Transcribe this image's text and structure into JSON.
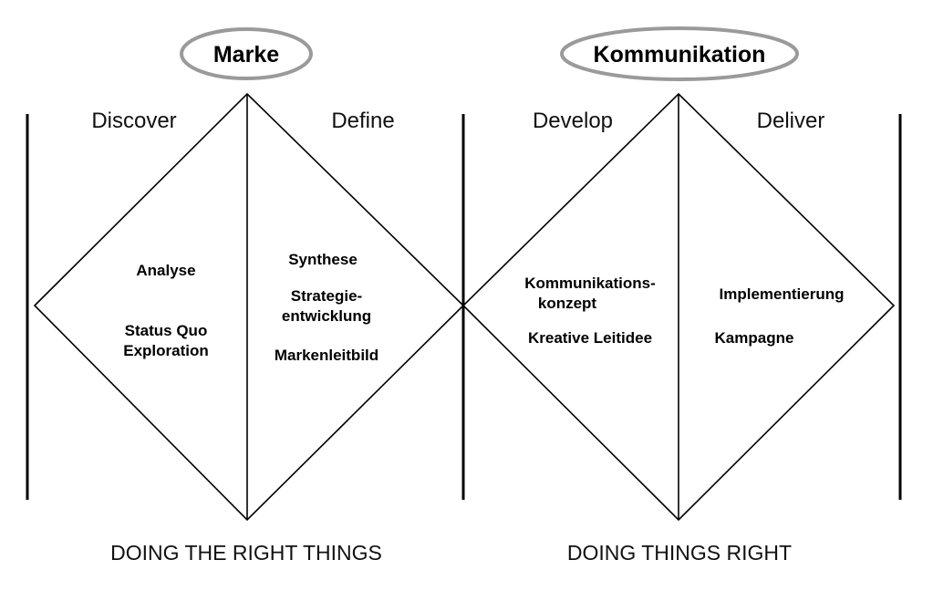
{
  "headers": {
    "left": "Marke",
    "right": "Kommunikation"
  },
  "phases": {
    "discover": "Discover",
    "define": "Define",
    "develop": "Develop",
    "deliver": "Deliver"
  },
  "discover_items": [
    "Analyse",
    "Status Quo",
    "Exploration"
  ],
  "define_items": [
    "Synthese",
    "Strategie-",
    "entwicklung",
    "Markenleitbild"
  ],
  "develop_items": [
    "Kommunikations-",
    "konzept",
    "Kreative Leitidee"
  ],
  "deliver_items": [
    "Implementierung",
    "Kampagne"
  ],
  "footers": {
    "left": "DOING THE RIGHT THINGS",
    "right": "DOING THINGS RIGHT"
  },
  "colors": {
    "line": "#000000",
    "oval": "#9a9a9a"
  }
}
